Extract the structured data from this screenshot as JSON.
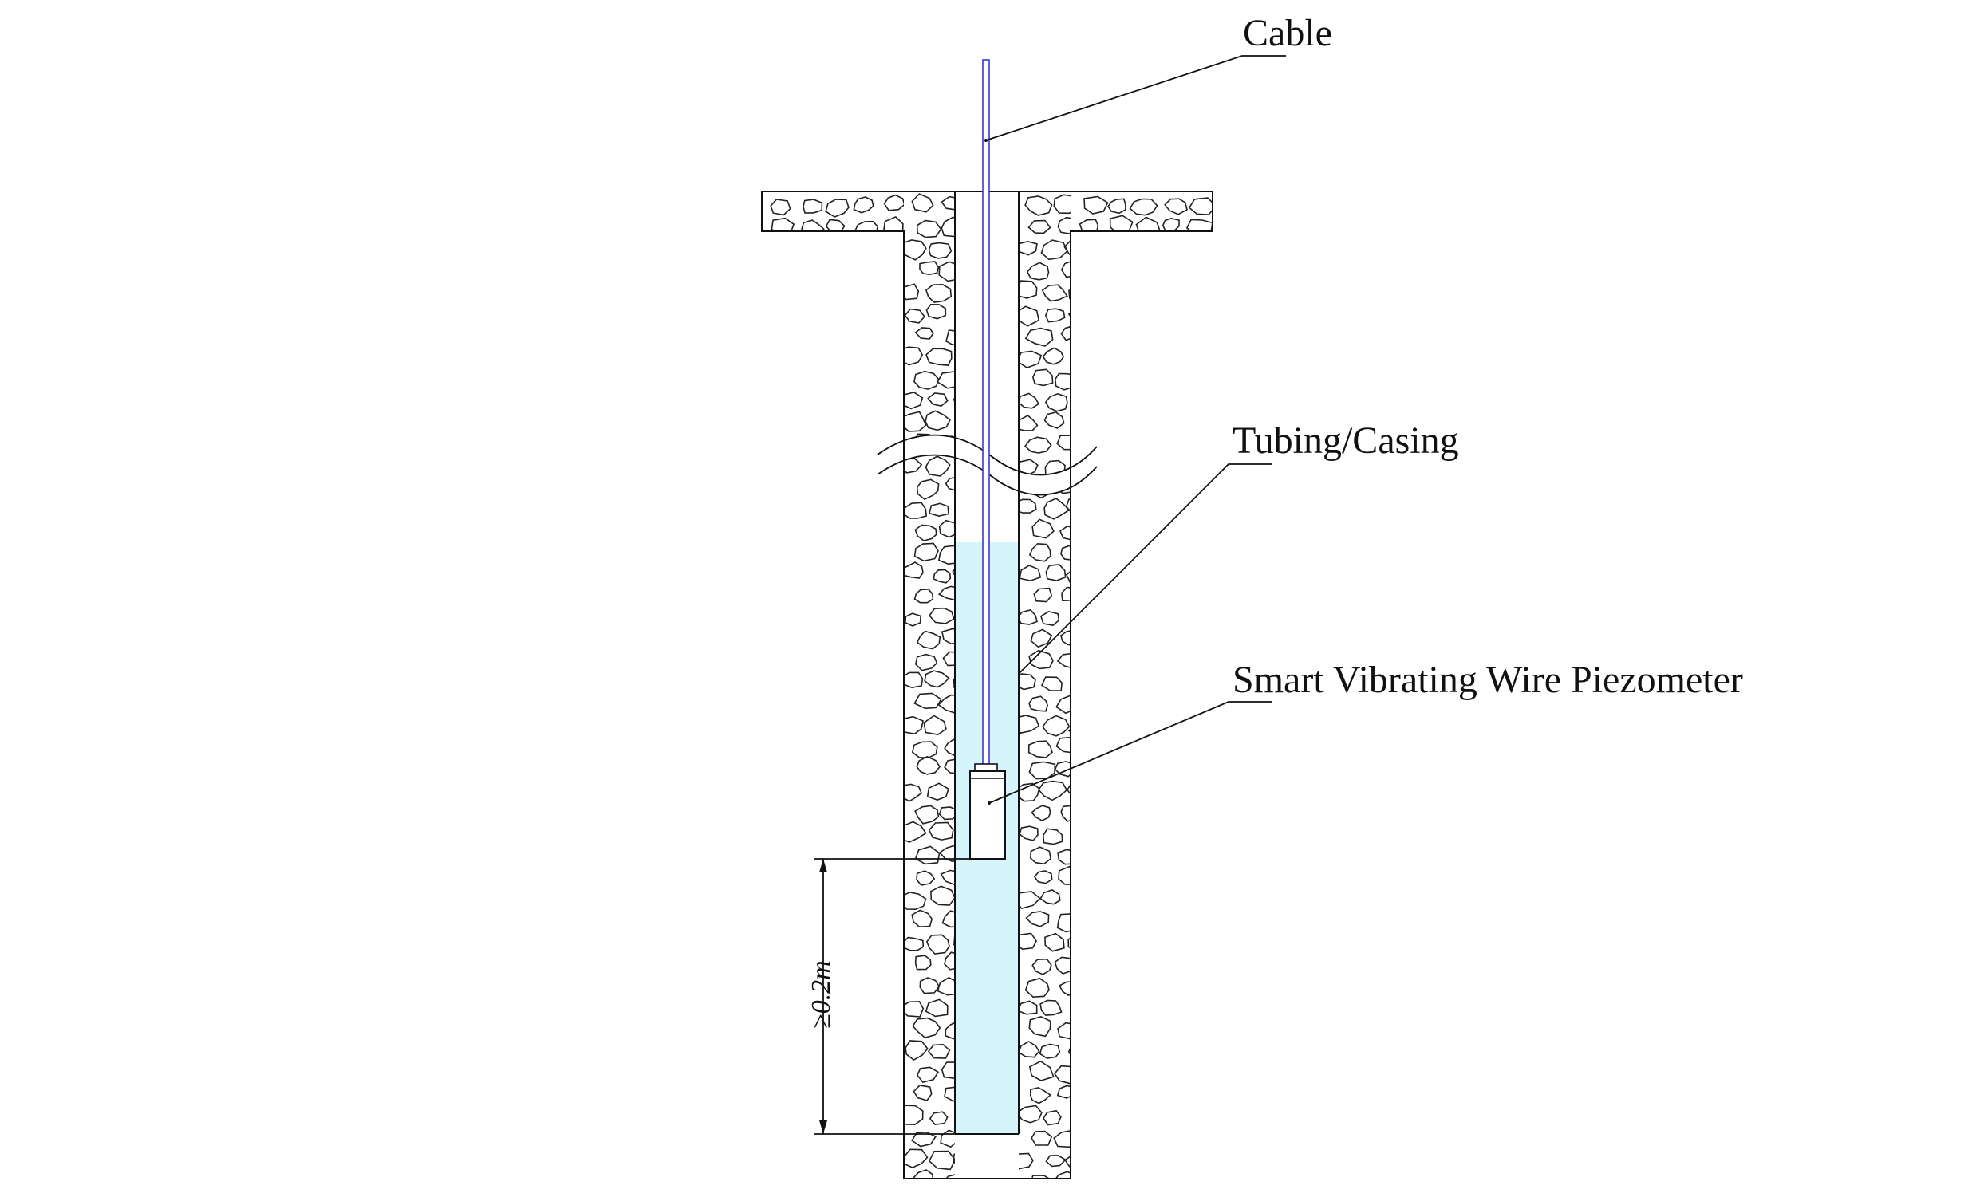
{
  "labels": {
    "cable": "Cable",
    "tubing": "Tubing/Casing",
    "piezometer": "Smart Vibrating Wire Piezometer",
    "dimension": "≥0.2m"
  },
  "colors": {
    "water": "#d6f4fb",
    "cable": "#3a3ad0",
    "line": "#111111"
  }
}
